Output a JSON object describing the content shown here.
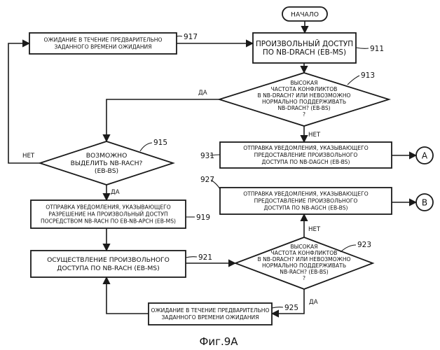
{
  "start_label": "НАЧАЛО",
  "figure_caption": "Фиг.9А",
  "nodes": {
    "n911": {
      "ref": "911",
      "lines": [
        "ПРОИЗВОЛЬНЫЙ ДОСТУП",
        "ПО NB-DRACH (EB-MS)"
      ]
    },
    "n913": {
      "ref": "913",
      "lines": [
        "ВЫСОКАЯ",
        "ЧАСТОТА КОНФЛИКТОВ",
        "В NB-DRACH? ИЛИ НЕВОЗМОЖНО",
        "НОРМАЛЬНО ПОДДЕРЖИВАТЬ",
        "NB-DRACH? (EB-BS)",
        "?"
      ]
    },
    "n917": {
      "ref": "917",
      "lines": [
        "ОЖИДАНИЕ В ТЕЧЕНИЕ ПРЕДВАРИТЕЛЬНО",
        "ЗАДАННОГО ВРЕМЕНИ ОЖИДАНИЯ"
      ]
    },
    "n931": {
      "ref": "931",
      "lines": [
        "ОТПРАВКА УВЕДОМЛЕНИЯ, УКАЗЫВАЮЩЕГО",
        "ПРЕДОСТАВЛЕНИЕ ПРОИЗВОЛЬНОГО",
        "ДОСТУПА ПО NB-DAGCH (EB-BS)"
      ]
    },
    "n915": {
      "ref": "915",
      "lines": [
        "ВОЗМОЖНО",
        "ВЫДЕЛИТЬ NB-RACH?",
        "(EB-BS)"
      ]
    },
    "n927": {
      "ref": "927",
      "lines": [
        "ОТПРАВКА УВЕДОМЛЕНИЯ, УКАЗЫВАЮЩЕГО",
        "ПРЕДОСТАВЛЕНИЕ ПРОИЗВОЛЬНОГО",
        "ДОСТУПА ПО NB-AGCH (EB-BS)"
      ]
    },
    "n919": {
      "ref": "919",
      "lines": [
        "ОТПРАВКА УВЕДОМЛЕНИЯ, УКАЗЫВАЮЩЕГО",
        "РАЗРЕШЕНИЕ НА ПРОИЗВОЛЬНЫЙ ДОСТУП",
        "ПОСРЕДСТВОМ NB-RACH ПО EB-NB-APCH (EB-MS)"
      ]
    },
    "n921": {
      "ref": "921",
      "lines": [
        "ОСУЩЕСТВЛЕНИЕ ПРОИЗВОЛЬНОГО",
        "ДОСТУПА ПО NB-RACH (EB-MS)"
      ]
    },
    "n923": {
      "ref": "923",
      "lines": [
        "ВЫСОКАЯ",
        "ЧАСТОТА КОНФЛИКТОВ",
        "В NB-DRACH? ИЛИ НЕВОЗМОЖНО",
        "НОРМАЛЬНО ПОДДЕРЖИВАТЬ",
        "NB-RACH? (EB-BS)",
        "?"
      ]
    },
    "n925": {
      "ref": "925",
      "lines": [
        "ОЖИДАНИЕ В ТЕЧЕНИЕ ПРЕДВАРИТЕЛЬНО",
        "ЗАДАННОГО ВРЕМЕНИ ОЖИДАНИЯ"
      ]
    }
  },
  "branch_labels": {
    "yes_913": "ДА",
    "no_913": "НЕТ",
    "no_915": "НЕТ",
    "yes_915": "ДА",
    "no_923": "НЕТ",
    "yes_923": "ДА"
  },
  "connectors": {
    "a": "A",
    "b": "B"
  }
}
